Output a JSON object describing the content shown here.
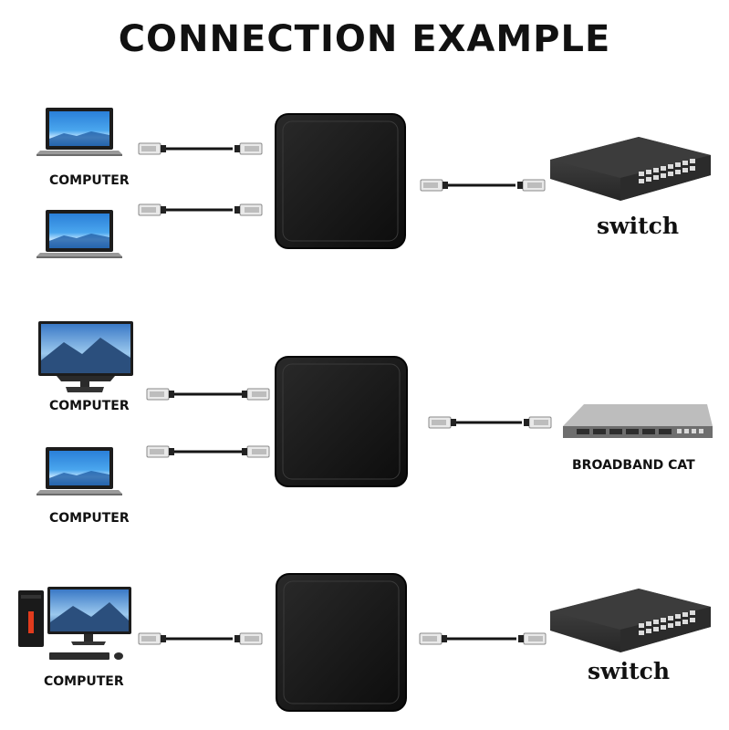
{
  "title": "CONNECTION EXAMPLE",
  "labels": {
    "computer": "COMPUTER",
    "switch": "switch",
    "broadband": "BROADBAND CAT"
  },
  "icons": [
    "laptop-icon",
    "monitor-icon",
    "desktop-pc-icon",
    "splitter-box-icon",
    "ethernet-cable-icon",
    "network-switch-icon",
    "olt-device-icon"
  ],
  "colors": {
    "box": "#1b1b1b",
    "cable": "#151515",
    "screen": "#2f8fdc",
    "text": "#111111"
  }
}
